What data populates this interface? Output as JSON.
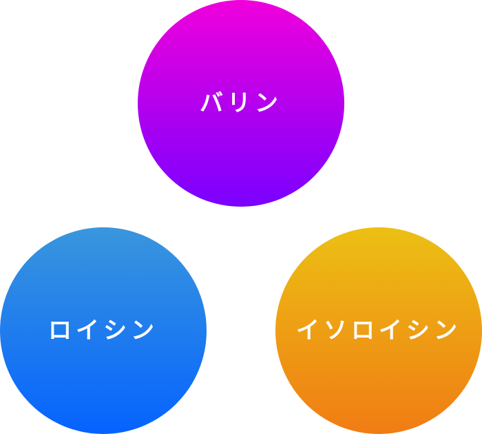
{
  "circles": [
    {
      "label": "バリン",
      "gradient_top": "#f000dc",
      "gradient_bottom": "#7a00ff"
    },
    {
      "label": "ロイシン",
      "gradient_top": "#3a96dc",
      "gradient_bottom": "#0563ff"
    },
    {
      "label": "イソロイシン",
      "gradient_top": "#ecc014",
      "gradient_bottom": "#f07c14"
    }
  ],
  "text_color": "#ffffff"
}
